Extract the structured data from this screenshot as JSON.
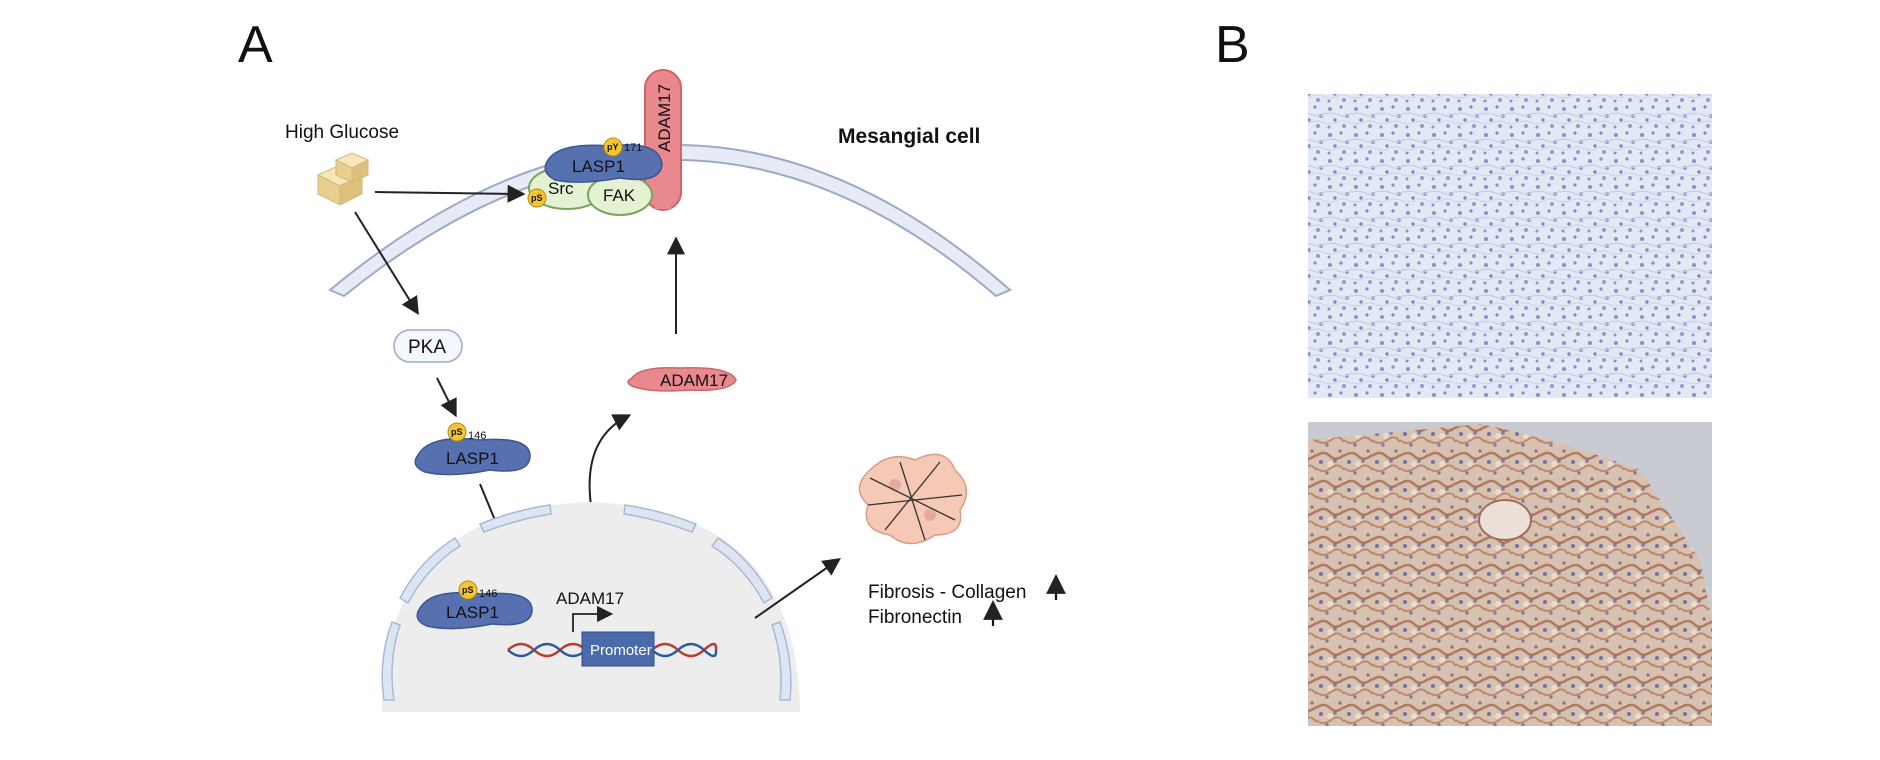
{
  "panels": {
    "a": {
      "letter": "A"
    },
    "b": {
      "letter": "B"
    }
  },
  "diagram": {
    "stimulus": "High Glucose",
    "cell_label": "Mesangial cell",
    "kinase": "PKA",
    "membrane_complex": {
      "lasp1": "LASP1",
      "src": "Src",
      "fak": "FAK",
      "py_badge": "pY",
      "py_site": "171",
      "ps_badge": "pS"
    },
    "adam17_membrane": "ADAM17",
    "adam17_cytosol": "ADAM17",
    "lasp1_cytosol": {
      "label": "LASP1",
      "badge": "pS",
      "site": "146"
    },
    "lasp1_nucleus": {
      "label": "LASP1",
      "badge": "pS",
      "site": "146"
    },
    "gene": "ADAM17",
    "promoter": "Promoter",
    "outcome_line1": "Fibrosis - Collagen",
    "outcome_line2": "Fibronectin",
    "colors": {
      "lasp1": "#5670b0",
      "src_fak": "#e4f1d2",
      "adam17": "#e9898e",
      "phospho": "#f4c531",
      "membrane": "#e5eaf4",
      "nucleus": "#ededed"
    }
  },
  "micrographs": {
    "top": {
      "stain": "control",
      "color": "#d8e0f0"
    },
    "bottom": {
      "stain": "positive",
      "color": "#c7a58e"
    }
  }
}
